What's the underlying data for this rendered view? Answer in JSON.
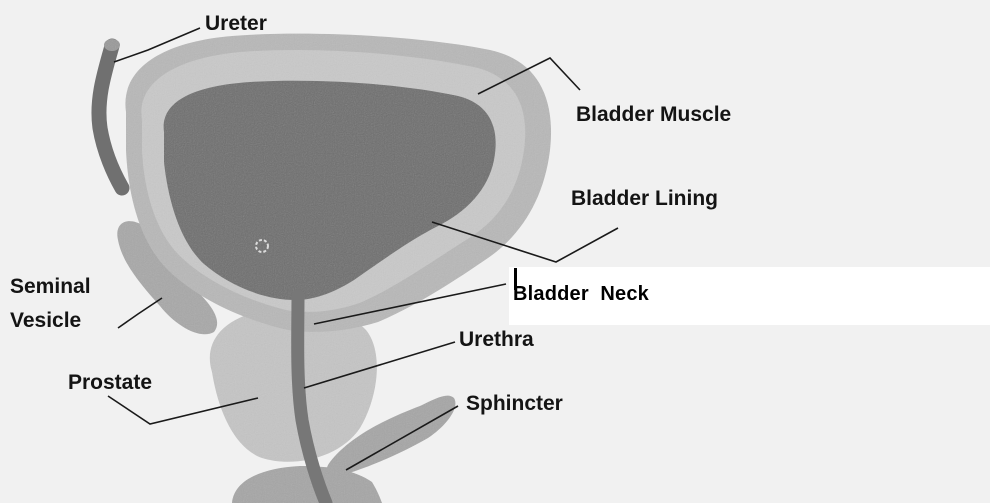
{
  "labels": {
    "ureter": "Ureter",
    "bladder_muscle": "Bladder Muscle",
    "bladder_lining": "Bladder Lining",
    "seminal_line1": "Seminal",
    "seminal_line2": "Vesicle",
    "bladder_neck": "Bladder  Neck",
    "urethra": "Urethra",
    "prostate": "Prostate",
    "sphincter": "Sphincter"
  },
  "colors": {
    "background": "#f1f1f1",
    "bladder_muscle": "#b8b8b8",
    "bladder_lining": "#c9c9c9",
    "bladder_cavity": "#6e6e6e",
    "ureter": "#707070",
    "ureter_tip": "#9a9a9a",
    "seminal_vesicle": "#a8a8a8",
    "prostate": "#c5c5c5",
    "sphincter": "#a6a6a6",
    "urethra": "#777777",
    "leader_line": "#1a1a1a",
    "label_box": "#ffffff"
  }
}
